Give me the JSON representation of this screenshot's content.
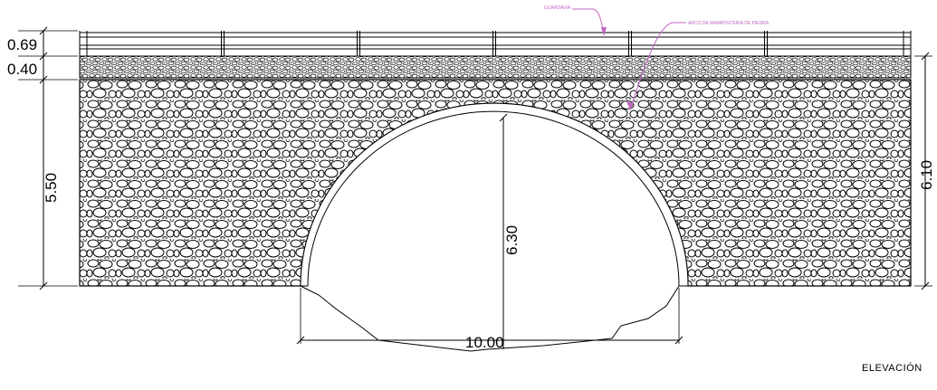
{
  "dimensions": {
    "railing_height": "0.69",
    "deck_thickness": "0.40",
    "wall_height_left": "5.50",
    "total_height_right": "6.10",
    "arch_rise": "6.30",
    "arch_span": "10.00"
  },
  "notes": {
    "railing": "GUARDAVIA",
    "arch": "ARCO DE MAMPOSTERIA DE PIEDRA"
  },
  "title": "ELEVACIÓN",
  "colors": {
    "line": "#000000",
    "annotation": "#c266c2",
    "background": "#ffffff"
  }
}
